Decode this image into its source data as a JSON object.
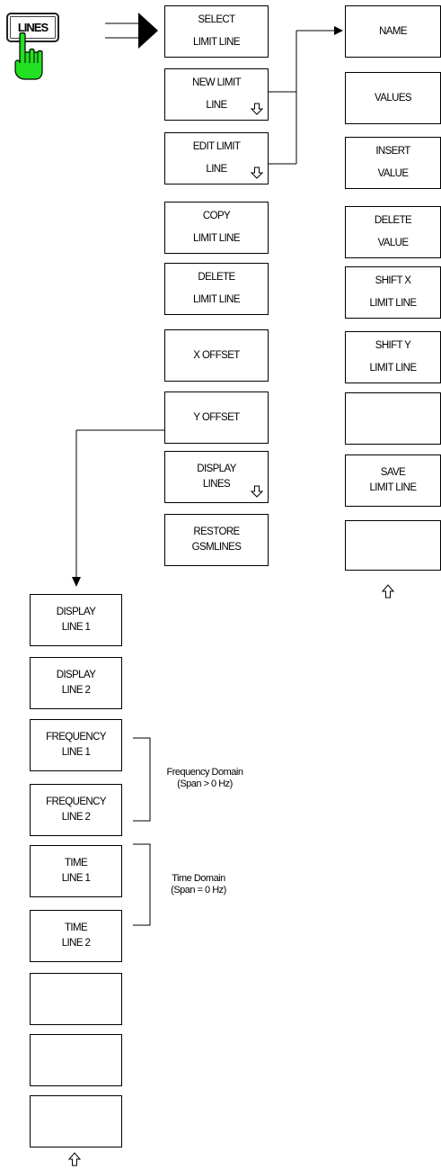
{
  "hardkey": {
    "label": "LINES"
  },
  "menu1": {
    "select_limit_line": [
      "SELECT",
      "LIMIT LINE"
    ],
    "new_limit_line": [
      "NEW LIMIT",
      "LINE"
    ],
    "edit_limit_line": [
      "EDIT LIMIT",
      "LINE"
    ],
    "copy_limit_line": [
      "COPY",
      "LIMIT LINE"
    ],
    "delete_limit_line": [
      "DELETE",
      "LIMIT LINE"
    ],
    "x_offset": [
      "X OFFSET"
    ],
    "y_offset": [
      "Y OFFSET"
    ],
    "display_lines": [
      "DISPLAY",
      "LINES"
    ],
    "restore_gsm_lines": [
      "RESTORE",
      "GSMLINES"
    ]
  },
  "menu2": {
    "name": [
      "NAME"
    ],
    "values": [
      "VALUES"
    ],
    "insert_value": [
      "INSERT",
      "VALUE"
    ],
    "delete_value": [
      "DELETE",
      "VALUE"
    ],
    "shift_x_limit_line": [
      "SHIFT X",
      "LIMIT LINE"
    ],
    "shift_y_limit_line": [
      "SHIFT Y",
      "LIMIT LINE"
    ],
    "save_limit_line": [
      "SAVE",
      "LIMIT LINE"
    ]
  },
  "menu3": {
    "display_line_1": [
      "DISPLAY",
      "LINE 1"
    ],
    "display_line_2": [
      "DISPLAY",
      "LINE 2"
    ],
    "frequency_line_1": [
      "FREQUENCY",
      "LINE 1"
    ],
    "frequency_line_2": [
      "FREQUENCY",
      "LINE 2"
    ],
    "time_line_1": [
      "TIME",
      "LINE 1"
    ],
    "time_line_2": [
      "TIME",
      "LINE 2"
    ]
  },
  "notes": {
    "frequency_domain": [
      "Frequency Domain",
      "(Span > 0 Hz)"
    ],
    "time_domain": [
      "Time Domain",
      "(Span = 0 Hz)"
    ]
  },
  "icons": {
    "submenu_arrow": "down-arrow-icon",
    "back_arrow": "up-arrow-icon",
    "pointer": "hand-pointer-icon"
  },
  "colors": {
    "hand_green": "#22e022"
  }
}
